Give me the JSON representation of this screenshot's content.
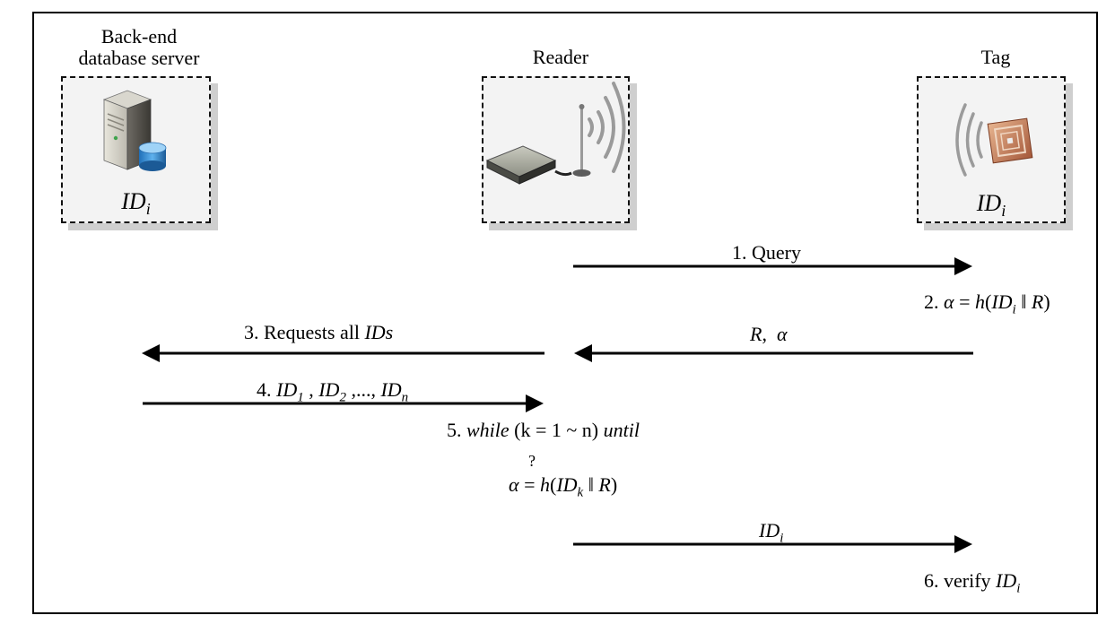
{
  "entities": {
    "server": {
      "label_line1": "Back-end",
      "label_line2": "database server",
      "id_base": "ID",
      "id_sub": "i",
      "icon": "database-server-icon"
    },
    "reader": {
      "label": "Reader",
      "icon": "rfid-reader-icon"
    },
    "tag": {
      "label": "Tag",
      "id_base": "ID",
      "id_sub": "i",
      "icon": "rfid-tag-icon"
    }
  },
  "messages": {
    "m1": "1. Query",
    "m2": {
      "prefix": "2. ",
      "alpha": "α",
      "eq": " = ",
      "h": "h",
      "open": "(",
      "id": "ID",
      "id_sub": "i",
      "concat": " ‖ ",
      "r": "R",
      "close": ")"
    },
    "m_r_alpha": {
      "r": "R",
      "sep": ",  ",
      "alpha": "α"
    },
    "m3": {
      "text": "3. Requests all ",
      "ids": "IDs"
    },
    "m4": {
      "prefix": "4. ",
      "id": "ID",
      "s1": "1",
      "s2": "2",
      "sn": "n",
      "comma": " , ",
      "dots": " ,..., "
    },
    "m5": {
      "prefix": "5. ",
      "while": "while",
      "cond": " (k = 1 ~ n) ",
      "until": "until",
      "q": "?",
      "alpha": "α",
      "eq": " = ",
      "h": "h",
      "open": "(",
      "id": "ID",
      "k": "k",
      "concat": " ‖ ",
      "r": "R",
      "close": ")"
    },
    "m_idi": {
      "id": "ID",
      "sub": "i"
    },
    "m6": {
      "text": "6. verify ",
      "id": "ID",
      "sub": "i"
    }
  }
}
